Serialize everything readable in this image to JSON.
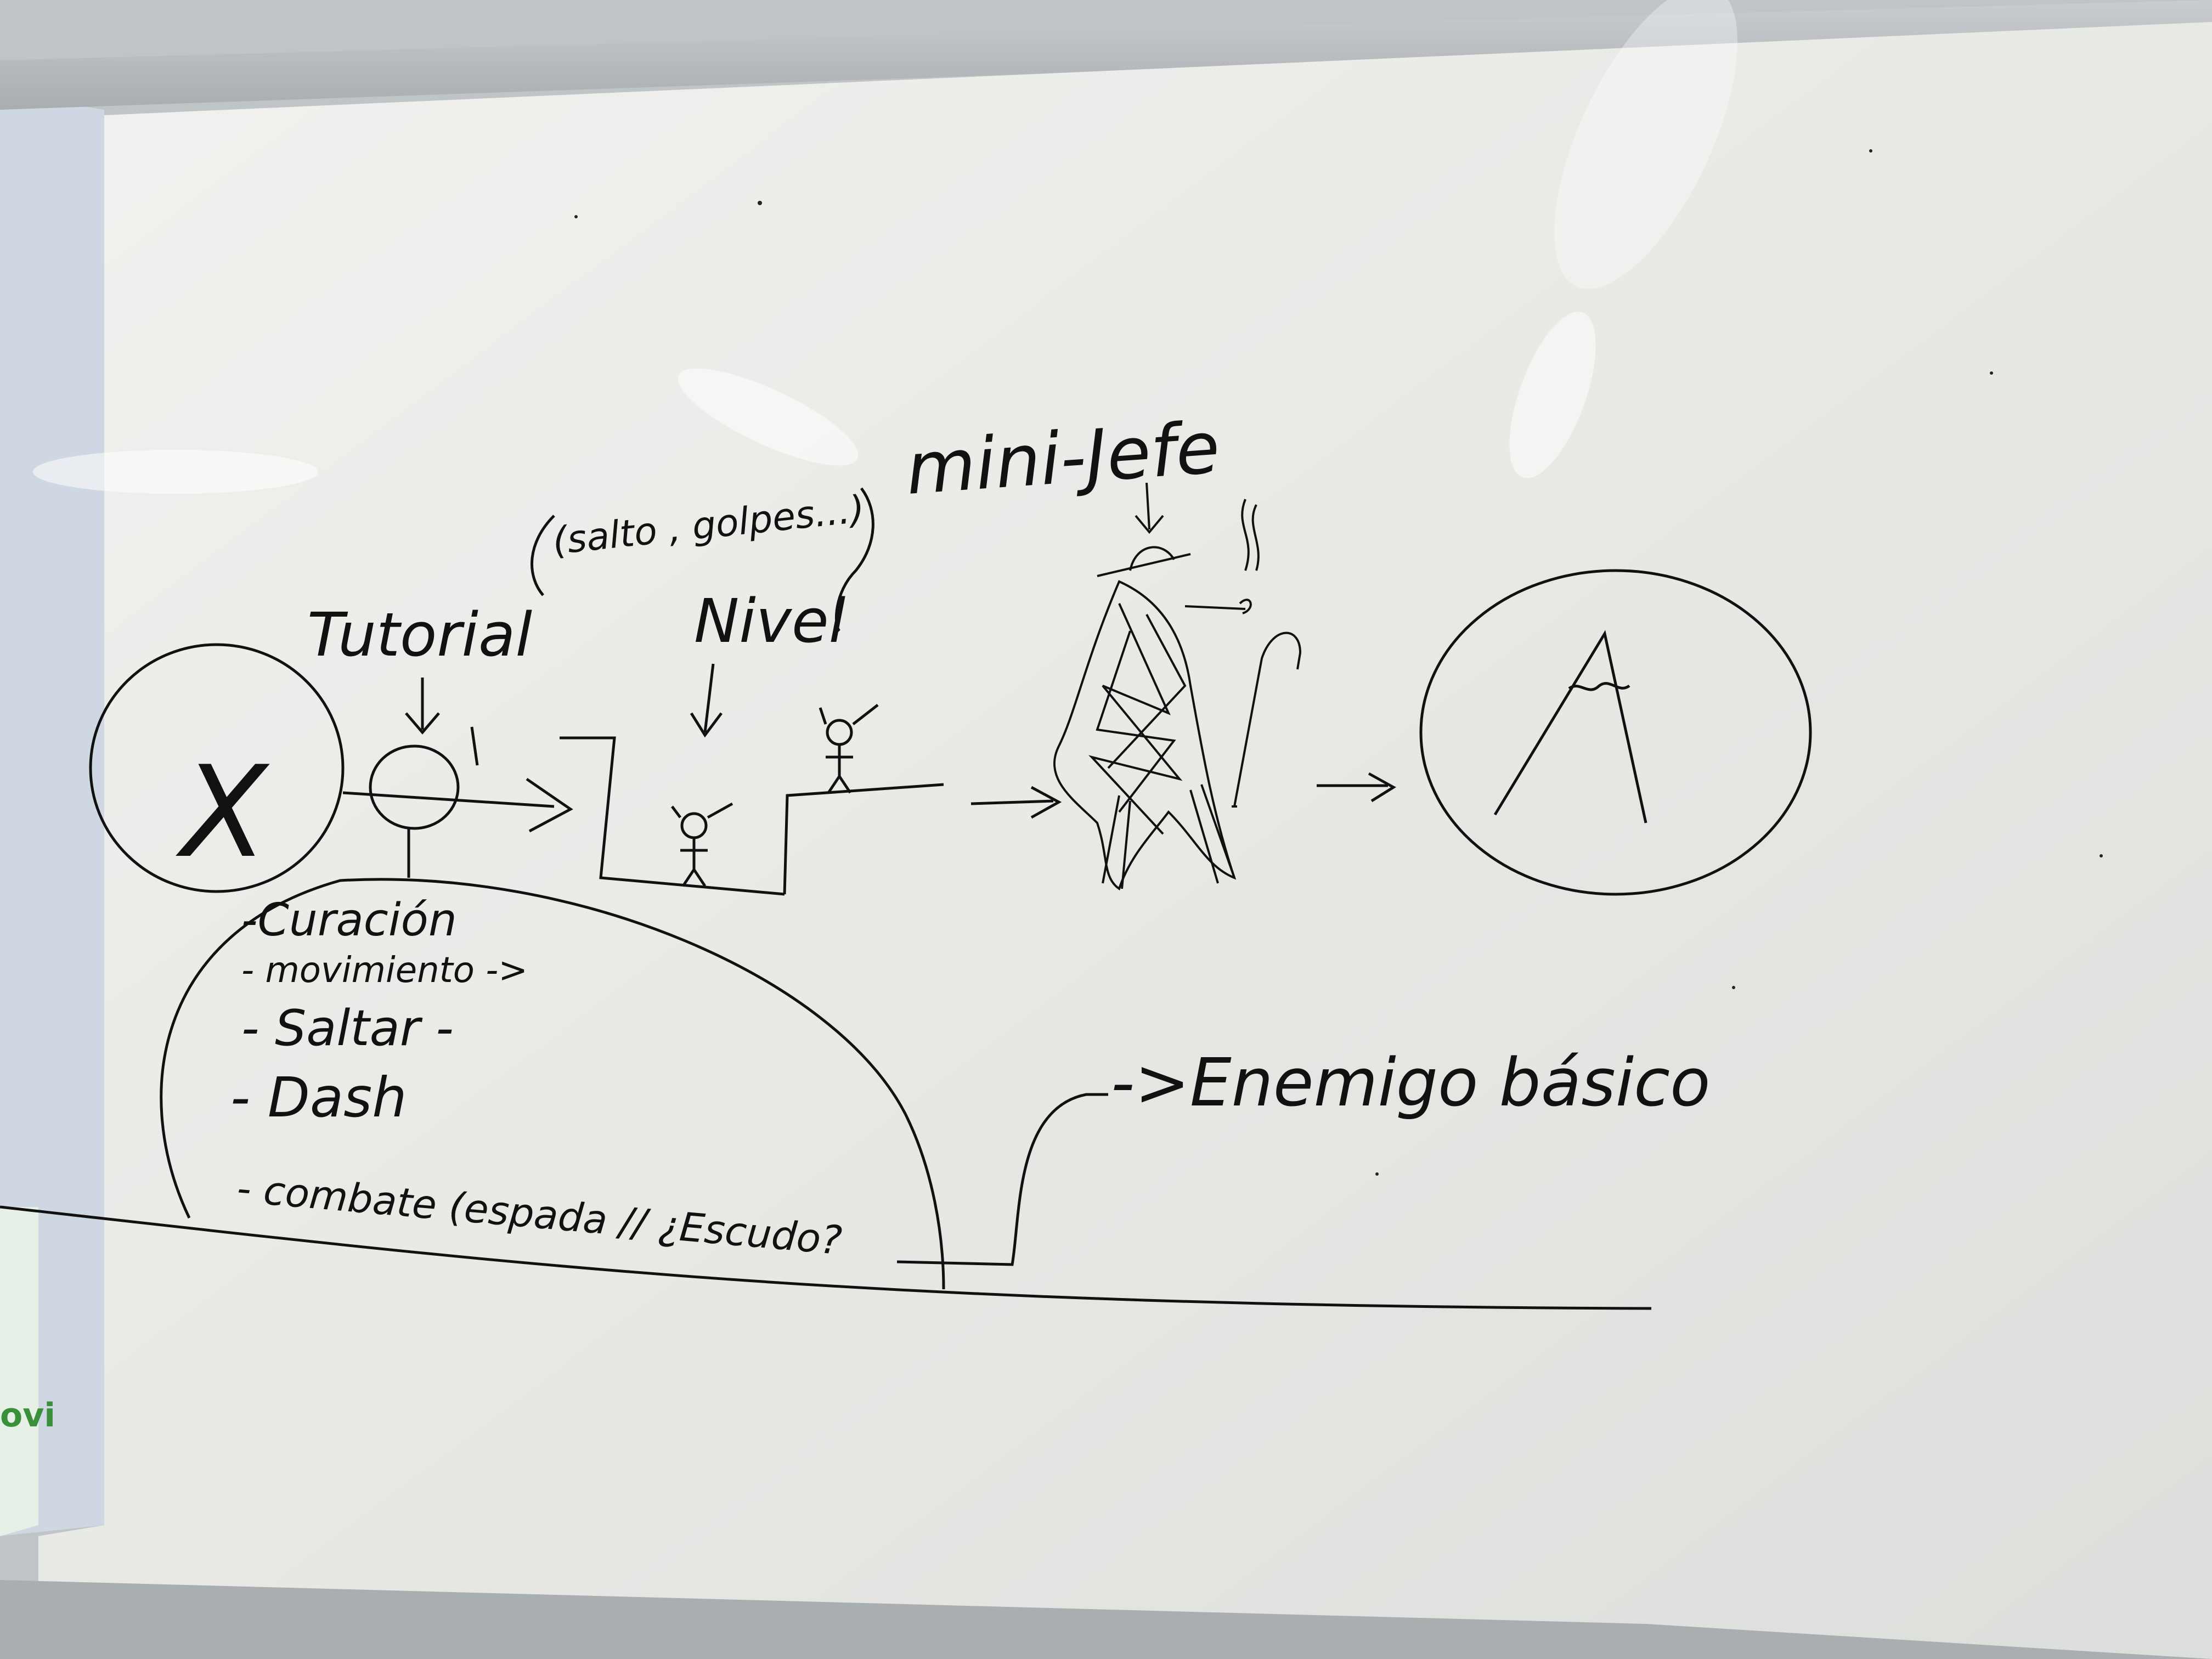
{
  "labels": {
    "start_symbol": "X",
    "tutorial": "Tutorial",
    "level_note": "(salto , golpes...)",
    "level": "Nivel",
    "miniboss": "mini-Jefe",
    "final_symbol": "A",
    "basic_enemy": "->Enemigo básico"
  },
  "tutorial_items": [
    "-Curación",
    "- movimiento ->",
    "- Saltar -",
    "- Dash",
    "- combate (espada // ¿Escudo?"
  ],
  "colors": {
    "board": "#e9eae6",
    "ink": "#111111",
    "frame": "#b9bdbf",
    "side_panel": "#cfd8e2",
    "green_edge": "#3a8f3a"
  },
  "side_text": "ovi"
}
